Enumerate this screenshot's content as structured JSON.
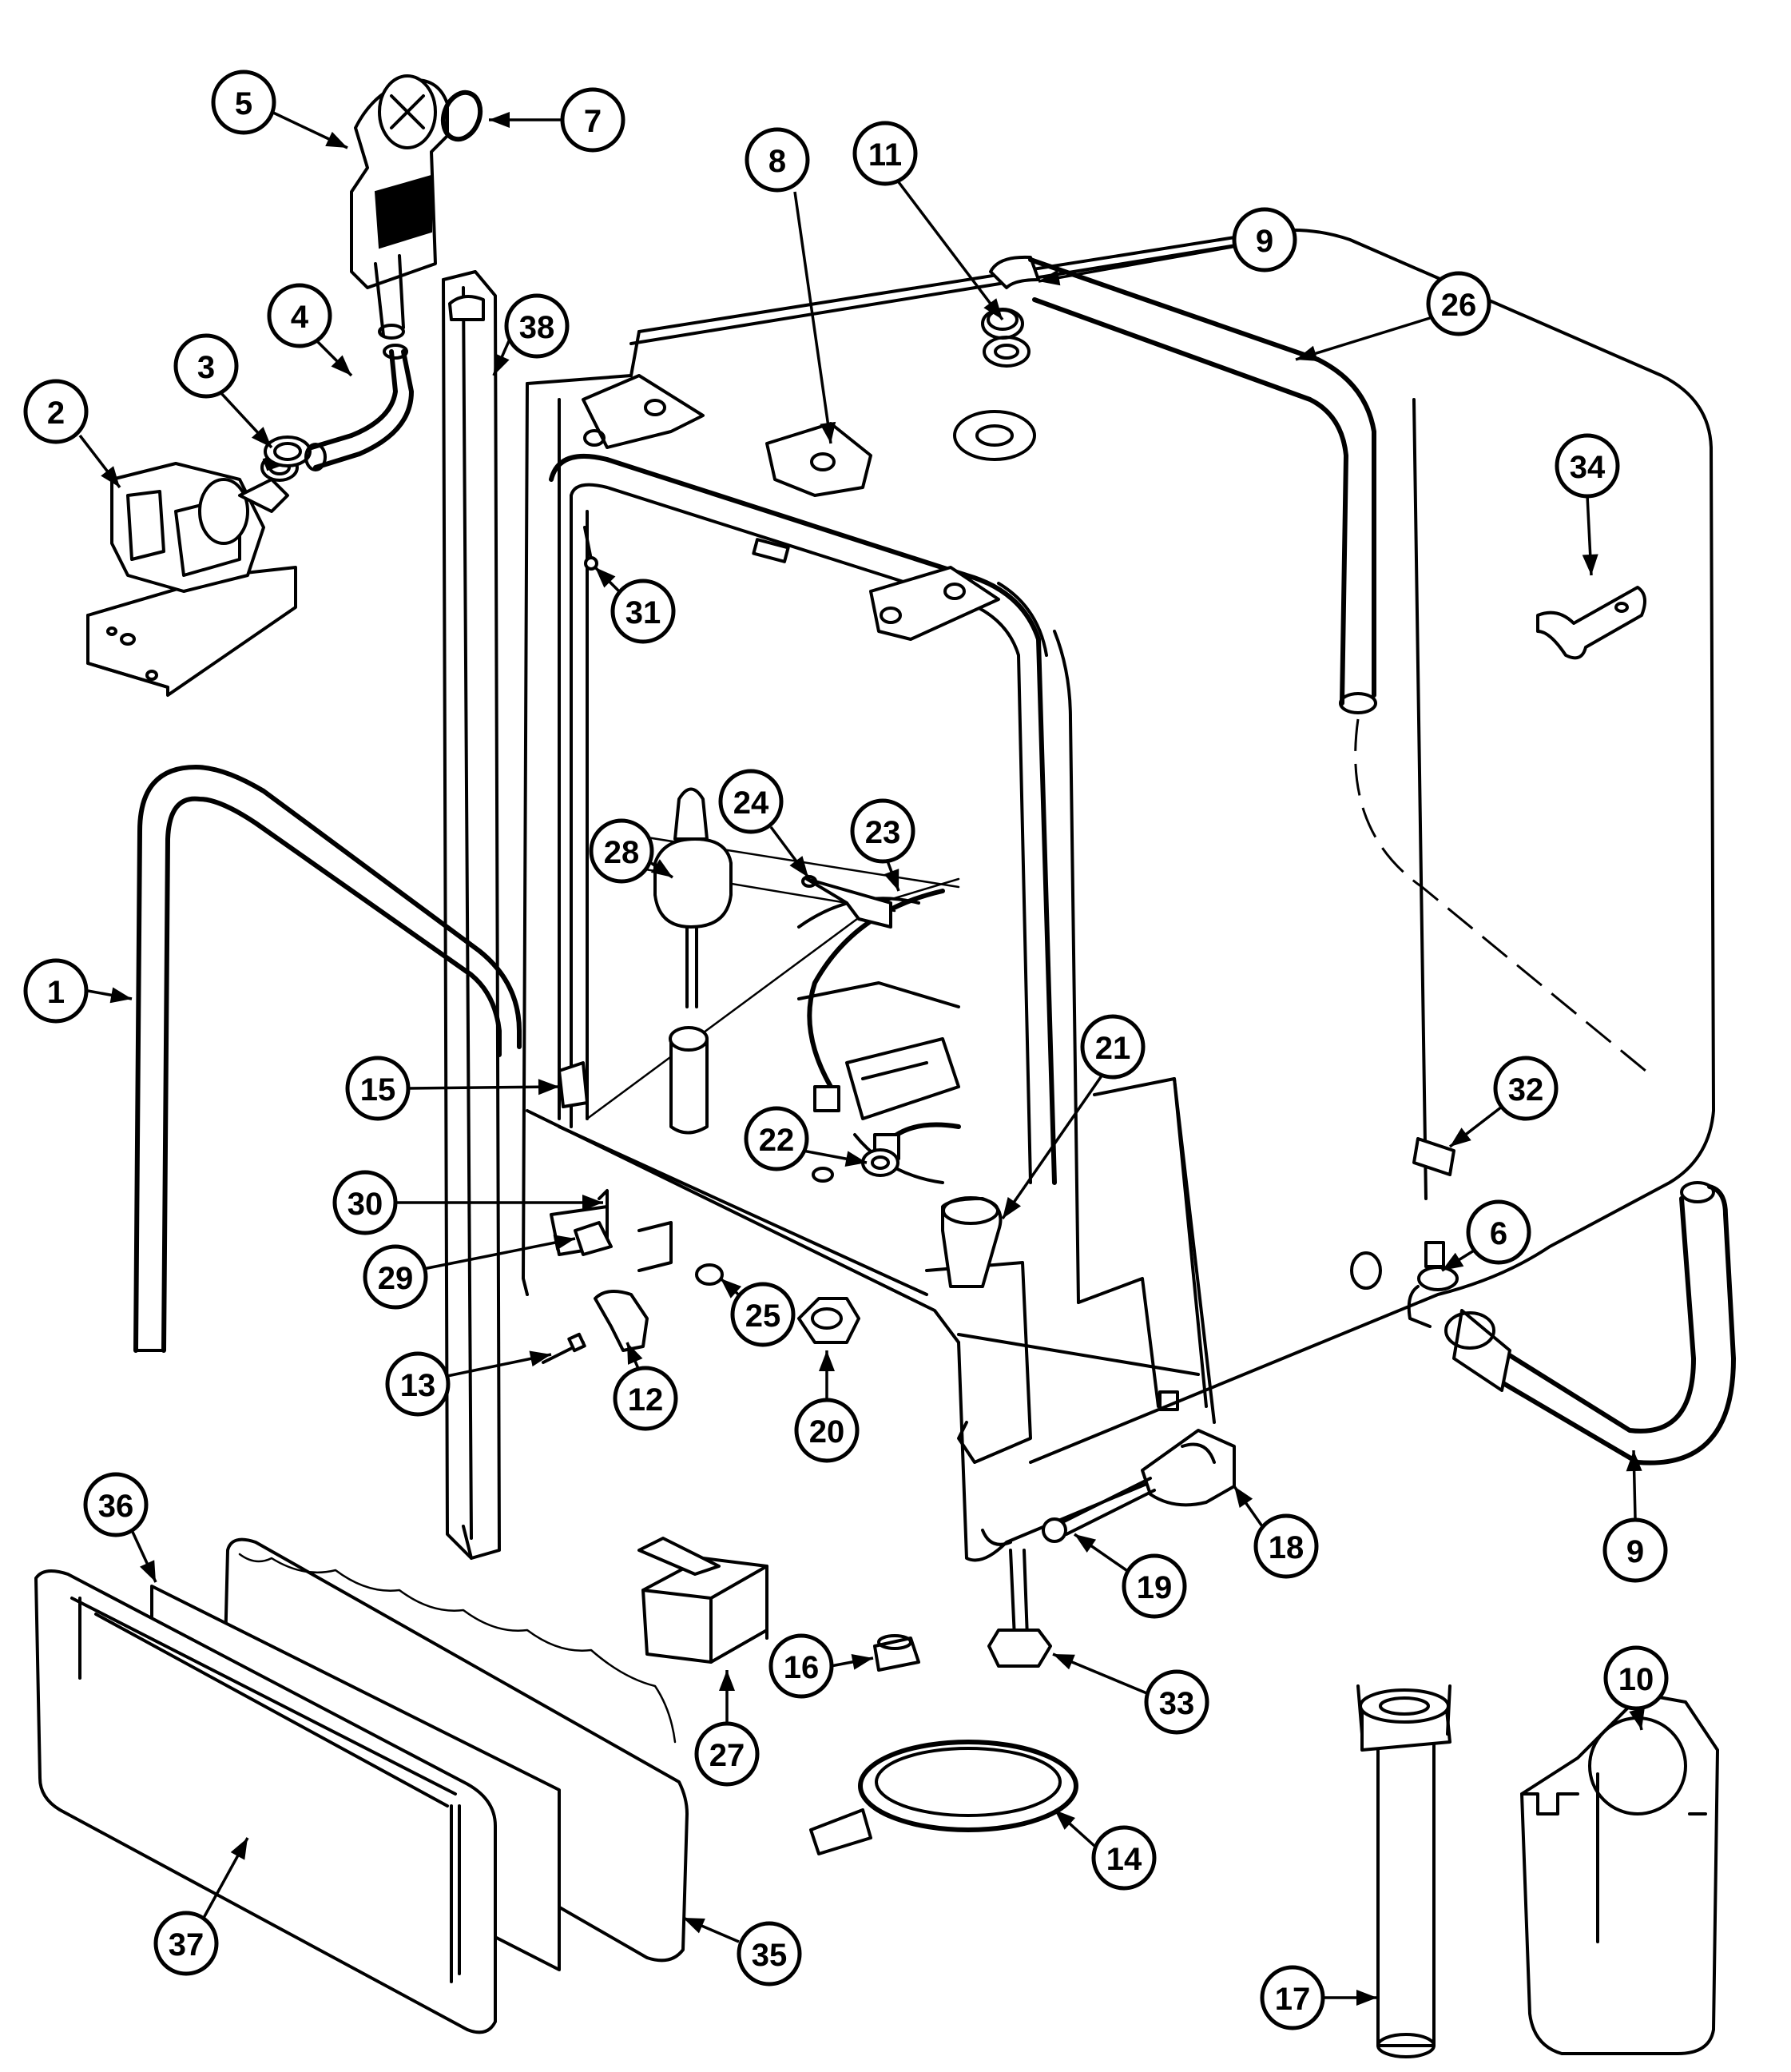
{
  "diagram": {
    "callouts": [
      {
        "id": "c1",
        "label": "1"
      },
      {
        "id": "c2",
        "label": "2"
      },
      {
        "id": "c3",
        "label": "3"
      },
      {
        "id": "c4",
        "label": "4"
      },
      {
        "id": "c5",
        "label": "5"
      },
      {
        "id": "c6",
        "label": "6"
      },
      {
        "id": "c7",
        "label": "7"
      },
      {
        "id": "c8",
        "label": "8"
      },
      {
        "id": "c9a",
        "label": "9"
      },
      {
        "id": "c9b",
        "label": "9"
      },
      {
        "id": "c10",
        "label": "10"
      },
      {
        "id": "c11",
        "label": "11"
      },
      {
        "id": "c12",
        "label": "12"
      },
      {
        "id": "c13",
        "label": "13"
      },
      {
        "id": "c14",
        "label": "14"
      },
      {
        "id": "c15",
        "label": "15"
      },
      {
        "id": "c16",
        "label": "16"
      },
      {
        "id": "c17",
        "label": "17"
      },
      {
        "id": "c18",
        "label": "18"
      },
      {
        "id": "c19",
        "label": "19"
      },
      {
        "id": "c20",
        "label": "20"
      },
      {
        "id": "c21",
        "label": "21"
      },
      {
        "id": "c22",
        "label": "22"
      },
      {
        "id": "c23",
        "label": "23"
      },
      {
        "id": "c24",
        "label": "24"
      },
      {
        "id": "c25",
        "label": "25"
      },
      {
        "id": "c26",
        "label": "26"
      },
      {
        "id": "c27",
        "label": "27"
      },
      {
        "id": "c28",
        "label": "28"
      },
      {
        "id": "c29",
        "label": "29"
      },
      {
        "id": "c30",
        "label": "30"
      },
      {
        "id": "c31",
        "label": "31"
      },
      {
        "id": "c32",
        "label": "32"
      },
      {
        "id": "c33",
        "label": "33"
      },
      {
        "id": "c34",
        "label": "34"
      },
      {
        "id": "c35",
        "label": "35"
      },
      {
        "id": "c36",
        "label": "36"
      },
      {
        "id": "c37",
        "label": "37"
      },
      {
        "id": "c38",
        "label": "38"
      }
    ]
  }
}
